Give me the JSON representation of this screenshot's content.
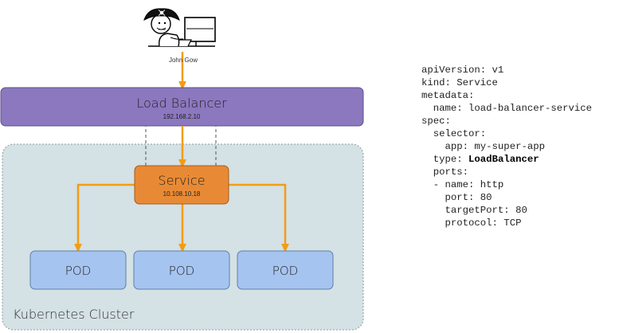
{
  "user": {
    "name": "John Gow",
    "icon": "pirate-user-at-computer-icon"
  },
  "load_balancer": {
    "title": "Load Balancer",
    "ip": "192.168.2.10",
    "fill": "#8b78bf",
    "stroke": "#5d4f8c"
  },
  "cluster": {
    "label": "Kubernetes Cluster",
    "fill": "#d4e1e5",
    "stroke": "#8a9aa0"
  },
  "service": {
    "title": "Service",
    "ip": "10.108.10.18",
    "fill": "#e88a35",
    "stroke": "#a65d1b"
  },
  "pods": [
    {
      "label": "POD"
    },
    {
      "label": "POD"
    },
    {
      "label": "POD"
    }
  ],
  "pod_style": {
    "fill": "#a6c4f0",
    "stroke": "#5f7fa8"
  },
  "arrow_color": "#f39c12",
  "yaml": {
    "lines": [
      {
        "prefix": "apiVersion: v1",
        "bold": ""
      },
      {
        "prefix": "kind: Service",
        "bold": ""
      },
      {
        "prefix": "metadata:",
        "bold": ""
      },
      {
        "prefix": "  name: load-balancer-service",
        "bold": ""
      },
      {
        "prefix": "spec:",
        "bold": ""
      },
      {
        "prefix": "  selector:",
        "bold": ""
      },
      {
        "prefix": "    app: my-super-app",
        "bold": ""
      },
      {
        "prefix": "  type: ",
        "bold": "LoadBalancer"
      },
      {
        "prefix": "  ports:",
        "bold": ""
      },
      {
        "prefix": "  - name: http",
        "bold": ""
      },
      {
        "prefix": "    port: 80",
        "bold": ""
      },
      {
        "prefix": "    targetPort: 80",
        "bold": ""
      },
      {
        "prefix": "    protocol: TCP",
        "bold": ""
      }
    ]
  }
}
